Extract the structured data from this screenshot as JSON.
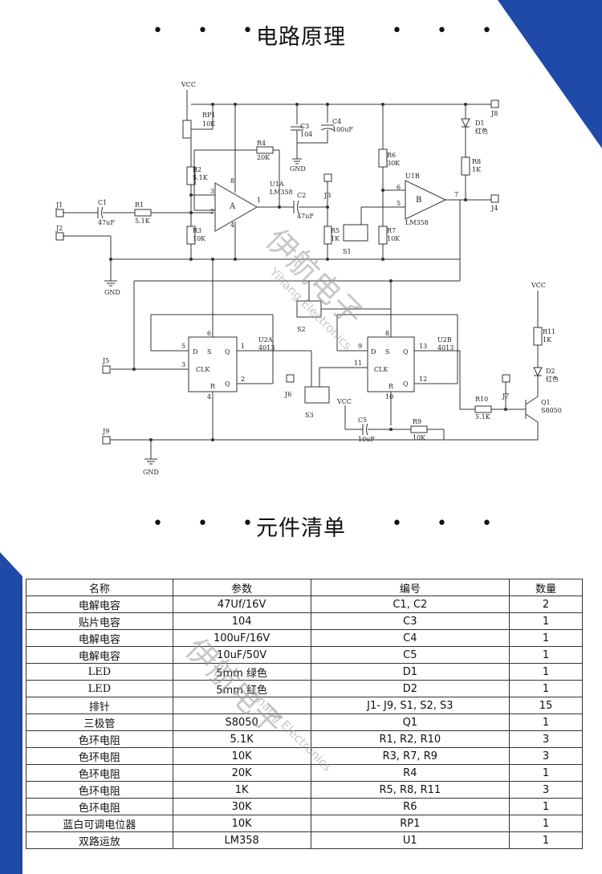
{
  "sections": {
    "schematic_title": "电路原理",
    "bom_title": "元件清单",
    "dots_left": "• • •",
    "dots_right": "• • •"
  },
  "colors": {
    "accent": "#1f4aa8",
    "line": "#333333"
  },
  "watermark": {
    "brand": "伊航电子",
    "brand_en": "Yihang Electronics"
  },
  "schematic": {
    "labels": {
      "vcc_top": "VCC",
      "rp1": "RP1",
      "rp1_val": "10K",
      "r2": "R2",
      "r2_val": "5.1K",
      "r3": "R3",
      "r3_val": "10K",
      "r4": "R4",
      "r4_val": "20K",
      "c3": "C3",
      "c3_val": "104",
      "c4": "C4",
      "c4_val": "100uF",
      "gnd_top": "GND",
      "u1a": "U1A",
      "u1a_part": "LM358",
      "op_a": "A",
      "pin3": "3",
      "pin2": "2",
      "pin1": "1",
      "pin8": "8",
      "pin4": "4",
      "c2": "C2",
      "c2_val": "47uF",
      "j3": "J3",
      "r5": "R5",
      "r5_val": "1K",
      "s1": "S1",
      "r6": "R6",
      "r6_val": "30K",
      "r7": "R7",
      "r7_val": "10K",
      "u1b": "U1B",
      "u1b_part": "LM358",
      "op_b": "B",
      "pin6": "6",
      "pin5": "5",
      "pin7": "7",
      "d1": "D1",
      "d1_col": "红色",
      "r8": "R8",
      "r8_val": "1K",
      "j8": "J8",
      "j4": "J4",
      "j1": "J1",
      "c1": "C1",
      "c1_val": "47uF",
      "r1": "R1",
      "r1_val": "5.1K",
      "j2": "J2",
      "gnd_left": "GND",
      "s2": "S2",
      "u2a": "U2A",
      "u2a_part": "4013",
      "u2b": "U2B",
      "u2b_part": "4013",
      "ff_d": "D",
      "ff_s": "S",
      "ff_q": "Q",
      "ff_qb": "Q",
      "ff_r": "R",
      "ff_clk": "CLK",
      "p5": "5",
      "p3": "3",
      "p6": "6",
      "p1": "1",
      "p2": "2",
      "p4": "4",
      "p9": "9",
      "p11": "11",
      "p8": "8",
      "p13": "13",
      "p12": "12",
      "p10": "10",
      "j5": "J5",
      "j6": "J6",
      "s3": "S3",
      "vcc_mid": "VCC",
      "c5": "C5",
      "c5_val": "10uF",
      "r9": "R9",
      "r9_val": "10K",
      "r10": "R10",
      "r10_val": "5.1K",
      "j7": "J7",
      "q1": "Q1",
      "q1_part": "S8050",
      "vcc_right": "VCC",
      "r11": "R11",
      "r11_val": "1K",
      "d2": "D2",
      "d2_col": "红色",
      "j9": "J9",
      "gnd_bottom": "GND"
    }
  },
  "bom": {
    "headers": [
      "名称",
      "参数",
      "编号",
      "数量"
    ],
    "rows": [
      [
        "电解电容",
        "47Uf/16V",
        "C1, C2",
        "2"
      ],
      [
        "贴片电容",
        "104",
        "C3",
        "1"
      ],
      [
        "电解电容",
        "100uF/16V",
        "C4",
        "1"
      ],
      [
        "电解电容",
        "10uF/50V",
        "C5",
        "1"
      ],
      [
        "LED",
        "5mm 绿色",
        "D1",
        "1"
      ],
      [
        "LED",
        "5mm 红色",
        "D2",
        "1"
      ],
      [
        "排针",
        "",
        "J1- J9,  S1, S2, S3",
        "15"
      ],
      [
        "三极管",
        "S8050",
        "Q1",
        "1"
      ],
      [
        "色环电阻",
        "5.1K",
        "R1, R2, R10",
        "3"
      ],
      [
        "色环电阻",
        "10K",
        "R3, R7, R9",
        "3"
      ],
      [
        "色环电阻",
        "20K",
        "R4",
        "1"
      ],
      [
        "色环电阻",
        "1K",
        "R5, R8, R11",
        "3"
      ],
      [
        "色环电阻",
        "30K",
        "R6",
        "1"
      ],
      [
        "蓝白可调电位器",
        "10K",
        "RP1",
        "1"
      ],
      [
        "双路运放",
        "LM358",
        "U1",
        "1"
      ]
    ]
  }
}
